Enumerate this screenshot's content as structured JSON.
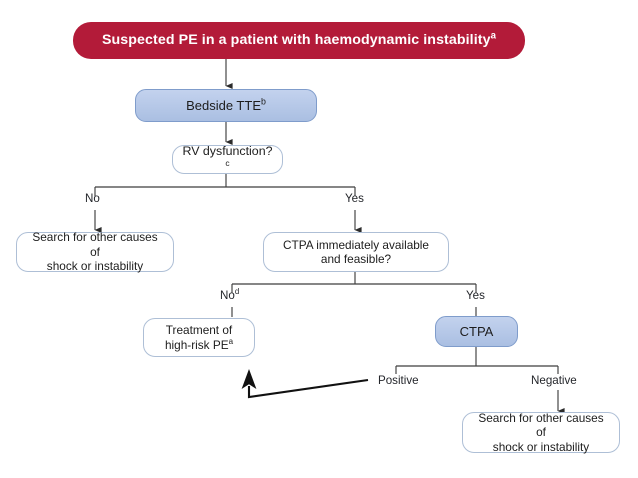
{
  "diagram": {
    "title": "Suspected PE in a patient with haemodynamic instability",
    "type": "clinical-flowchart",
    "background_color": "#ffffff",
    "colors": {
      "banner_red": "#b31b39",
      "node_blue_fill": "#b8c8e8",
      "node_blue_border": "#7f9ccb",
      "node_white_border": "#aebfd6",
      "connector": "#3f3f3f",
      "text": "#1d1d1d",
      "banner_text": "#ffffff"
    },
    "nodes": {
      "banner": {
        "text": "Suspected PE in a patient with haemodynamic instability",
        "superscript": "a"
      },
      "bedside_tte": {
        "text": "Bedside TTE",
        "superscript": "b"
      },
      "rv_dysfunction": {
        "text": "RV dysfunction?",
        "superscript": "c"
      },
      "search_other_left": {
        "line1": "Search for other causes of",
        "line2": "shock or instability"
      },
      "ctpa_available": {
        "line1": "CTPA immediately available",
        "line2": "and feasible?"
      },
      "treatment_high_risk": {
        "line1": "Treatment of",
        "line2": "high-risk PE",
        "superscript": "a"
      },
      "ctpa": {
        "text": "CTPA"
      },
      "search_other_right": {
        "line1": "Search for other causes of",
        "line2": "shock or instability"
      }
    },
    "edge_labels": {
      "rv_no": "No",
      "rv_yes": "Yes",
      "ctpa_avail_no": "No",
      "ctpa_avail_no_superscript": "d",
      "ctpa_avail_yes": "Yes",
      "ctpa_positive": "Positive",
      "ctpa_negative": "Negative"
    }
  }
}
